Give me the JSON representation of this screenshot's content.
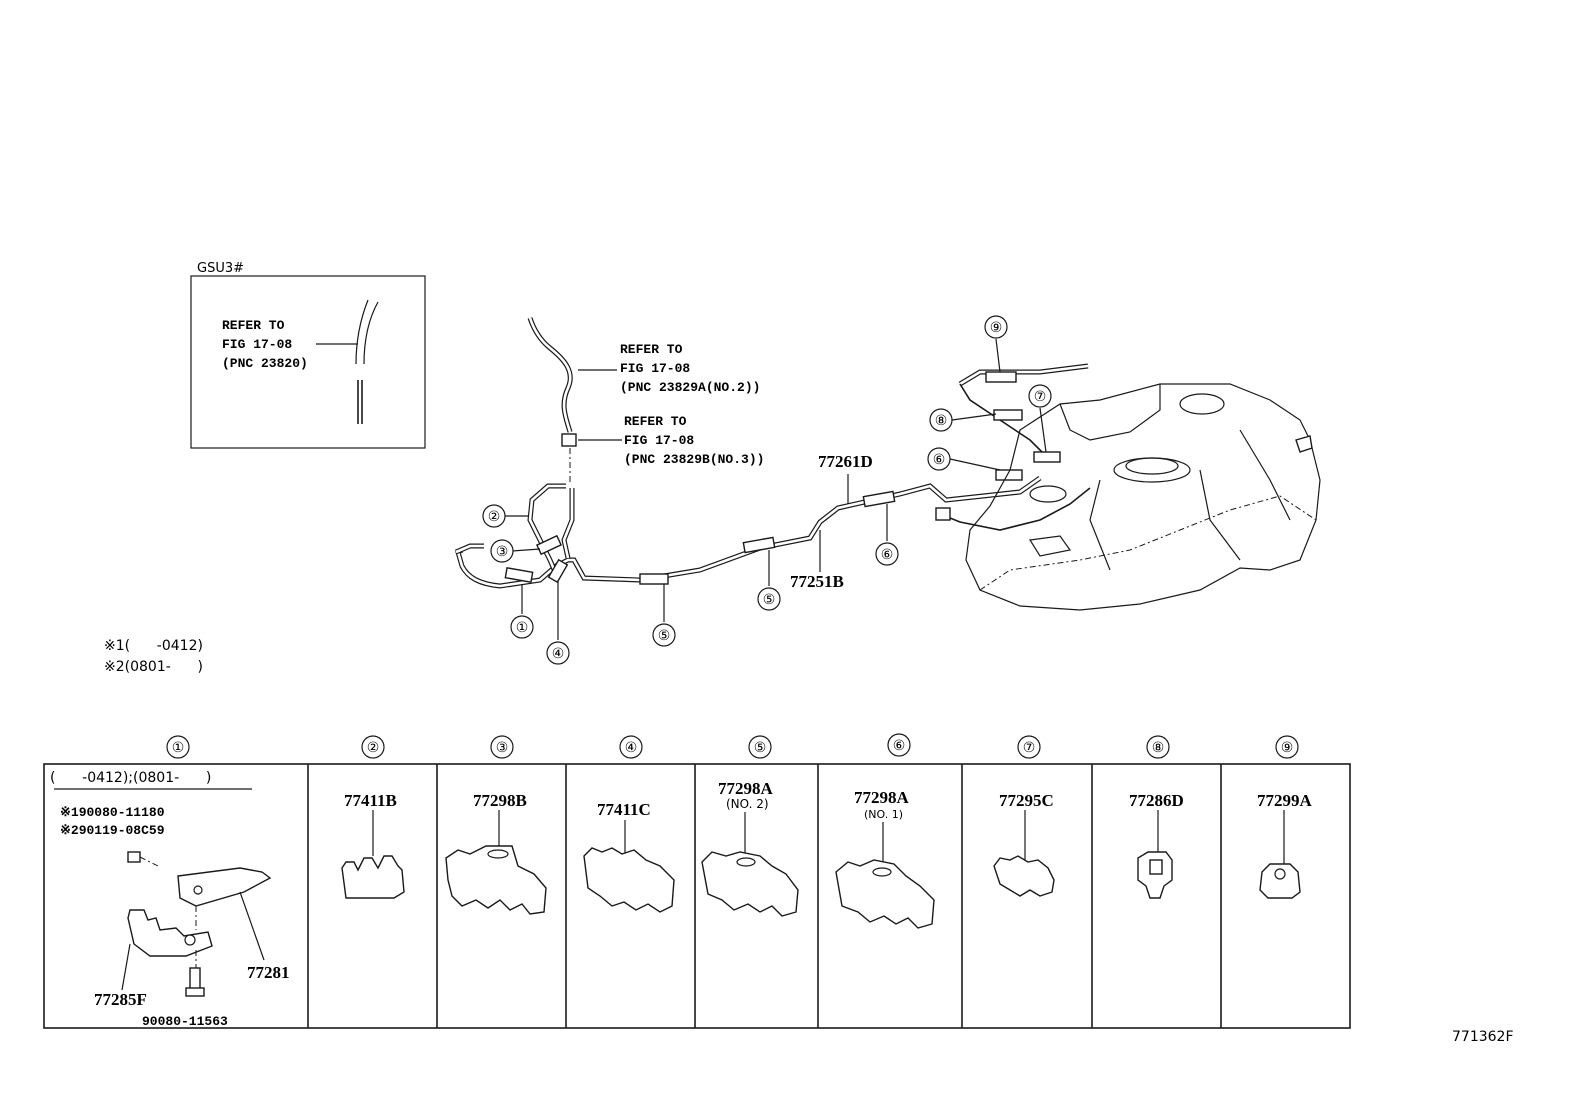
{
  "inset": {
    "model": "GSU3#",
    "refer_lines": [
      "REFER TO",
      "FIG 17-08",
      "(PNC 23820)"
    ]
  },
  "main": {
    "refer_upper": [
      "REFER TO",
      "FIG 17-08",
      "(PNC 23829A(NO.2))"
    ],
    "refer_lower": [
      "REFER TO",
      "FIG 17-08",
      "(PNC 23829B(NO.3))"
    ],
    "labels": {
      "p77261d": "77261D",
      "p77251b": "77251B"
    },
    "footnotes": [
      "※1(      -0412)",
      "※2(0801-      )"
    ],
    "callouts": {
      "c1": "①",
      "c2": "②",
      "c3": "③",
      "c4": "④",
      "c5a": "⑤",
      "c5b": "⑤",
      "c6": "⑥",
      "c6b": "⑥",
      "c7": "⑦",
      "c8": "⑧",
      "c9": "⑨"
    }
  },
  "table": {
    "headers": [
      "①",
      "②",
      "③",
      "④",
      "⑤",
      "⑥",
      "⑦",
      "⑧",
      "⑨"
    ],
    "cell1": {
      "range": "(      -0412);(0801-      )",
      "note1": "※190080-11180",
      "note2": "※290119-08C59",
      "bracket": "77281",
      "clamp": "77285F",
      "bolt": "90080-11563"
    },
    "parts": [
      {
        "pn": "77411B",
        "sub": ""
      },
      {
        "pn": "77298B",
        "sub": ""
      },
      {
        "pn": "77411C",
        "sub": ""
      },
      {
        "pn": "77298A",
        "sub": "(NO. 2)"
      },
      {
        "pn": "77298A",
        "sub": "(NO. 1)"
      },
      {
        "pn": "77295C",
        "sub": ""
      },
      {
        "pn": "77286D",
        "sub": ""
      },
      {
        "pn": "77299A",
        "sub": ""
      }
    ]
  },
  "figure_id": "771362F"
}
